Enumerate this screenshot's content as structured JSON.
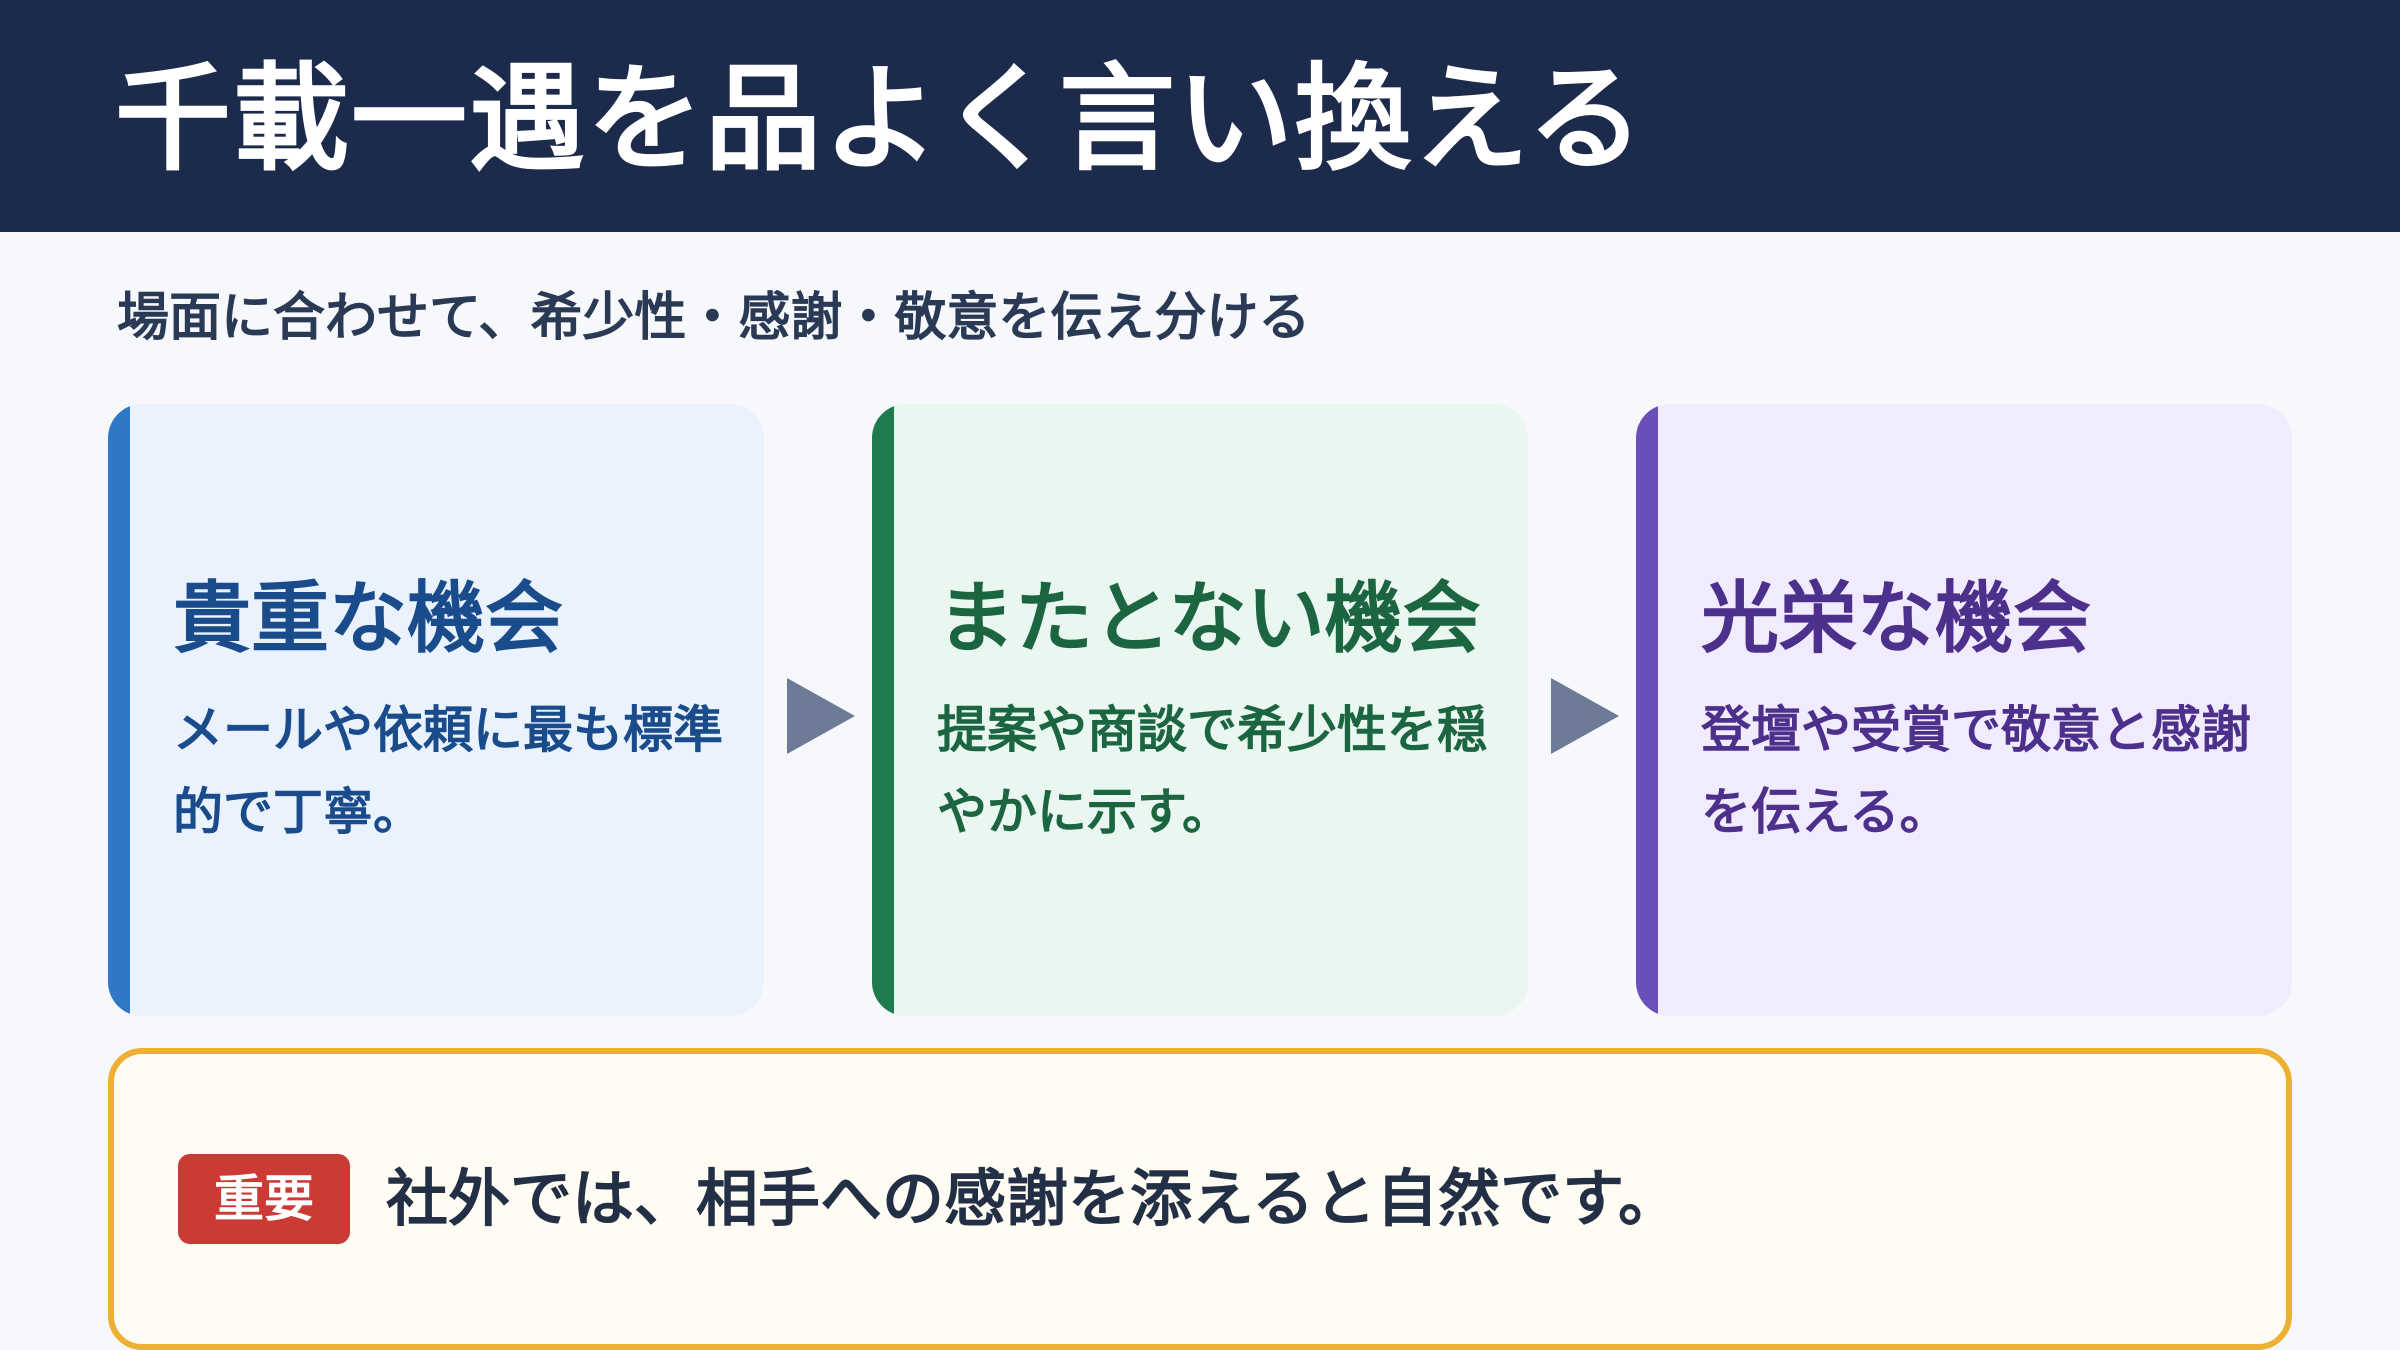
{
  "header": {
    "title": "千載一遇を品よく言い換える"
  },
  "subtitle": "場面に合わせて、希少性・感謝・敬意を伝え分ける",
  "cards": [
    {
      "title": "貴重な機会",
      "description": "メールや依頼に最も標準的で丁寧。",
      "accent_color": "#2f78c8"
    },
    {
      "title": "またとない機会",
      "description": "提案や商談で希少性を穏やかに示す。",
      "accent_color": "#1f7a4e"
    },
    {
      "title": "光栄な機会",
      "description": "登壇や受賞で敬意と感謝を伝える。",
      "accent_color": "#6a4fb8"
    }
  ],
  "arrow_icon": "triangle-right-icon",
  "note": {
    "badge": "重要",
    "text": "社外では、相手への感謝を添えると自然です。",
    "border_color": "#eeb032",
    "badge_color": "#cc3a35"
  }
}
